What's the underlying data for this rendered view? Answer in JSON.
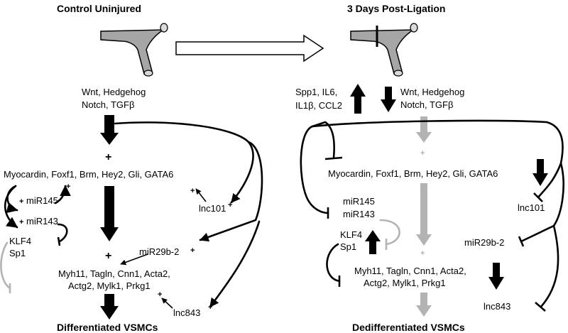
{
  "left_panel": {
    "title": "Control Uninjured",
    "signals_line1": "Wnt, Hedgehog",
    "signals_line2": "Notch, TGFβ",
    "tf_label": "Myocardin, Foxf1, Brm, Hey2, Gli, GATA6",
    "mir145": "miR145",
    "mir143": "miR143",
    "klf4": "KLF4",
    "sp1": "Sp1",
    "lnc101": "lnc101",
    "mir29b": "miR29b-2",
    "markers_line1": "Myh11, Tagln, Cnn1, Acta2,",
    "markers_line2": "Actg2, Mylk1, Prkg1",
    "lnc843": "lnc843",
    "outcome": "Differentiated VSMCs"
  },
  "right_panel": {
    "title": "3 Days Post-Ligation",
    "cytokines_line1": "Spp1, IL6,",
    "cytokines_line2": "IL1β, CCL2",
    "signals_line1": "Wnt, Hedgehog",
    "signals_line2": "Notch, TGFβ",
    "tf_label": "Myocardin, Foxf1, Brm, Hey2, Gli, GATA6",
    "mir145": "miR145",
    "mir143": "miR143",
    "klf4": "KLF4",
    "sp1": "Sp1",
    "lnc101": "lnc101",
    "mir29b": "miR29b-2",
    "markers_line1": "Myh11, Tagln, Cnn1, Acta2,",
    "markers_line2": "Actg2, Mylk1, Prkg1",
    "lnc843": "lnc843",
    "outcome": "Dedifferentiated VSMCs"
  },
  "symbols": {
    "plus": "+"
  },
  "colors": {
    "active": "#000000",
    "reduced": "#b3b3b3",
    "vessel": "#a6a6a6"
  }
}
